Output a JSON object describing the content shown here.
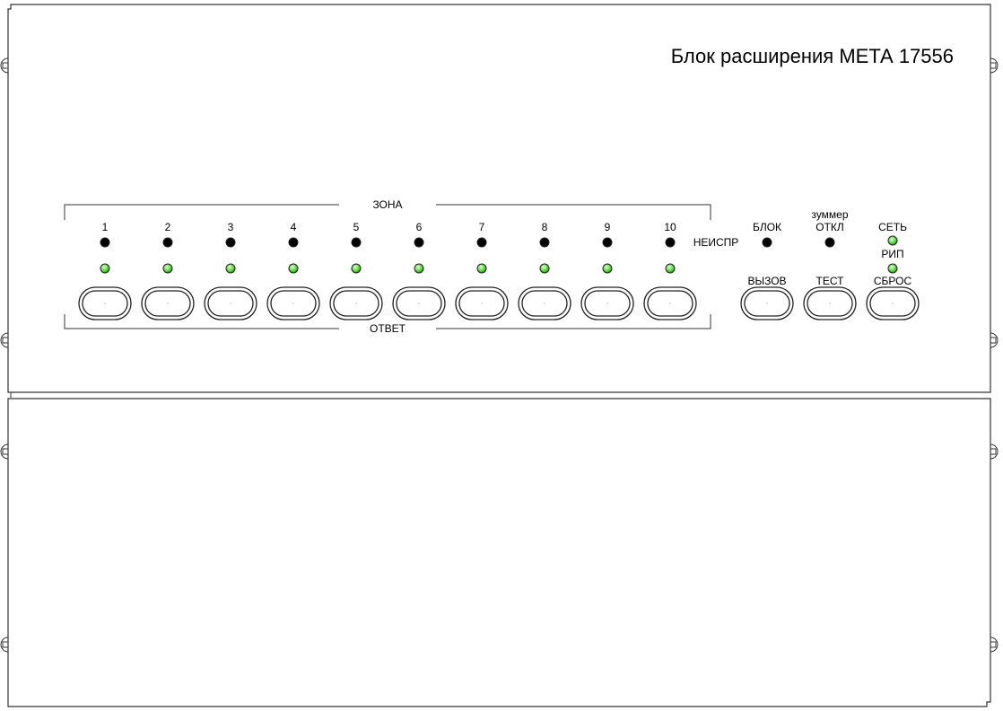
{
  "title": "Блок расширения МЕТА 17556",
  "zone_group_label": "ЗОНА",
  "answer_group_label": "ОТВЕТ",
  "zones": [
    {
      "label": "1"
    },
    {
      "label": "2"
    },
    {
      "label": "3"
    },
    {
      "label": "4"
    },
    {
      "label": "5"
    },
    {
      "label": "6"
    },
    {
      "label": "7"
    },
    {
      "label": "8"
    },
    {
      "label": "9"
    },
    {
      "label": "10"
    }
  ],
  "fault_label": "НЕИСПР",
  "block_label": "БЛОК",
  "buzzer_label_1": "зуммер",
  "buzzer_label_2": "ОТКЛ",
  "network_label": "СЕТЬ",
  "rip_label": "РИП",
  "buttons": {
    "call": "ВЫЗОВ",
    "test": "ТЕСТ",
    "reset": "СБРОС"
  },
  "colors": {
    "led_off": "#000000",
    "led_green": "#66dd44",
    "line": "#333333"
  }
}
